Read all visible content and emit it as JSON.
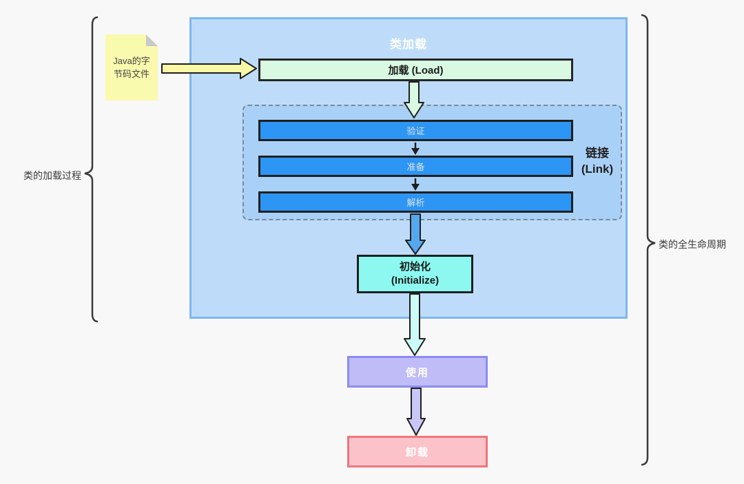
{
  "diagram": {
    "title": "类加载",
    "note": {
      "line1": "Java的字",
      "line2": "节码文件"
    },
    "load": {
      "label": "加载 (Load)"
    },
    "link": {
      "label_cn": "链接",
      "label_en": "(Link)",
      "steps": [
        "验证",
        "准备",
        "解析"
      ]
    },
    "initialize": {
      "line1": "初始化",
      "line2": "(Initialize)"
    },
    "use": {
      "label": "使用"
    },
    "unload": {
      "label": "卸载"
    },
    "braces": {
      "left_label": "类的加载过程",
      "right_label": "类的全生命周期"
    },
    "colors": {
      "container_fill": "#BEDCFA",
      "container_border": "#7EB6F2",
      "link_fill": "#A9D1F7",
      "step_fill": "#2D95F4",
      "load_fill": "#D9F9E3",
      "init_fill": "#8CF8F0",
      "use_fill": "#BFBCF7",
      "use_border": "#8C8CEF",
      "unload_fill": "#FBC3C9",
      "unload_border": "#EF757B",
      "note_fill": "#FAFAAE",
      "yellow_arrow": "#F8F8A6",
      "blue_arrow": "#55A8F0",
      "cyan_arrow": "#CCFCF7",
      "lavender_arrow": "#C9C6F9"
    }
  }
}
